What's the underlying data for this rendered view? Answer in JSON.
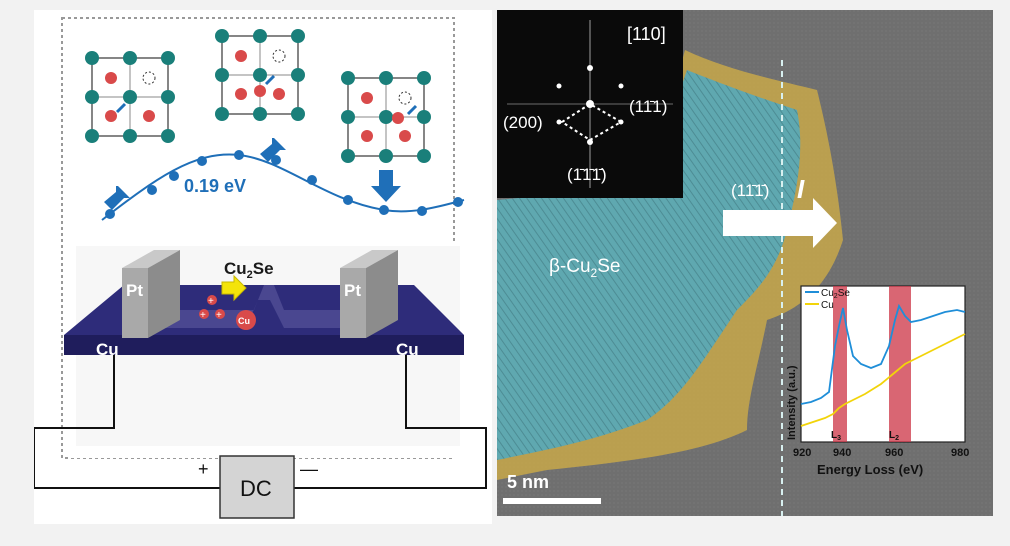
{
  "left_panel": {
    "energy_label": "0.19 eV",
    "device": {
      "material_label_main": "Cu",
      "material_label_sub": "2",
      "material_label_tail": "Se",
      "electrode_left": "Pt",
      "electrode_right": "Pt",
      "contact_left": "Cu",
      "contact_right": "Cu",
      "ion_label": "Cu",
      "ion_charge": "+"
    },
    "circuit": {
      "source_label": "DC",
      "plus_sign": "+",
      "minus_sign": "—"
    },
    "colors": {
      "atom_framework": "#1a7f7a",
      "atom_cu": "#d94a4a",
      "arrow": "#1f6fb8",
      "device": "#2e2c7a"
    }
  },
  "right_panel": {
    "zone_axis": "[110]",
    "fft_spots": {
      "a": "(200)",
      "b": "(11̄1)",
      "c": "(1̄1̄1̄)"
    },
    "plane_label": "(11̄1̄)",
    "direction_symbol": "I",
    "phase_label_prefix": "β-Cu",
    "phase_label_sub": "2",
    "phase_label_suffix": "Se",
    "scale_bar": "5 nm",
    "eels": {
      "legend": [
        {
          "name_main": "Cu",
          "name_sub": "2",
          "name_tail": "Se",
          "color": "#1f8ed8"
        },
        {
          "name_main": "Cu",
          "name_sub": "",
          "name_tail": "",
          "color": "#f2d40a"
        }
      ],
      "xlabel": "Energy Loss (eV)",
      "ylabel": "Intensity (a.u.)",
      "xticks": [
        "920",
        "940",
        "960",
        "980"
      ],
      "edge_l3": "L",
      "edge_l3_sub": "3",
      "edge_l2": "L",
      "edge_l2_sub": "2"
    },
    "colors": {
      "crystal": "#5fa8b0",
      "shell": "#c8a84a",
      "highlight": "#cc3344"
    }
  }
}
